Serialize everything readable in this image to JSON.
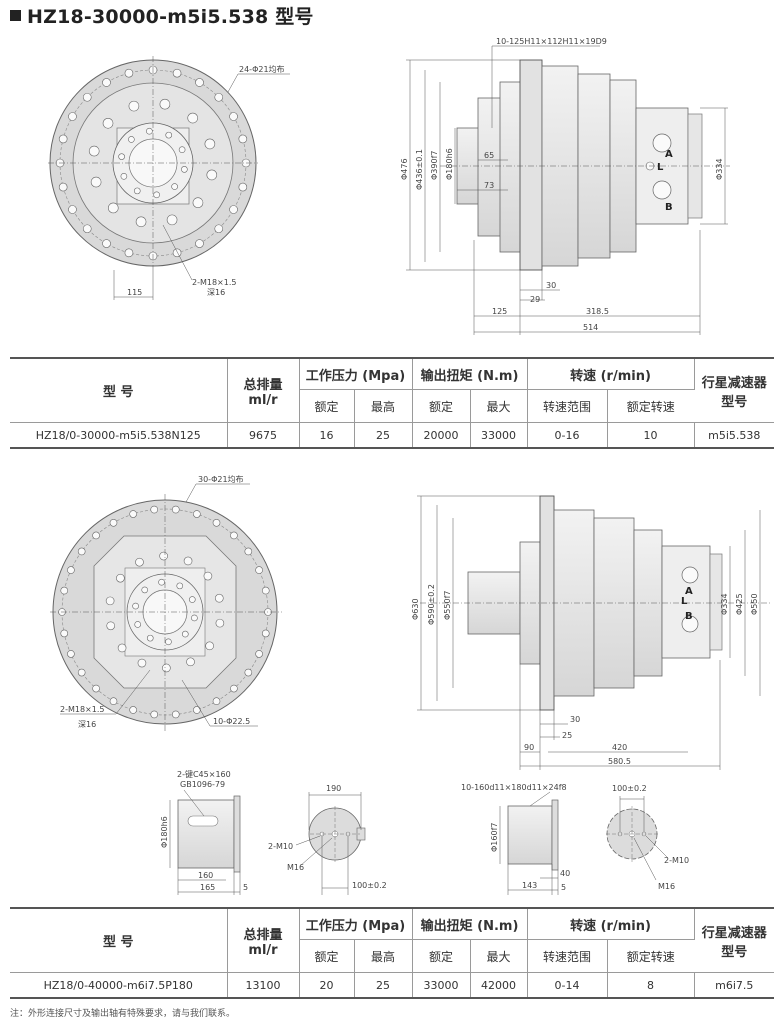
{
  "title": "HZ18-30000-m5i5.538 型号",
  "drawing1": {
    "bolt_pattern": "24-Φ21均布",
    "thread": "2-M18×1.5",
    "thread_depth": "深16",
    "dim_115": "115",
    "spline": "10-125H11×112H11×19D9",
    "d476": "Φ476",
    "d436": "Φ436±0.1",
    "d390": "Φ390f7",
    "d180": "Φ180h6",
    "d334": "Φ334",
    "dim_65": "65",
    "dim_73": "73",
    "dim_30": "30",
    "dim_29": "29",
    "dim_125": "125",
    "dim_3185": "318.5",
    "dim_514": "514",
    "port_a": "A",
    "port_l": "L",
    "port_b": "B"
  },
  "table1": {
    "h_model": "型  号",
    "h_disp": "总排量",
    "h_disp_unit": "ml/r",
    "h_pressure": "工作压力 (Mpa)",
    "h_torque": "输出扭矩 (N.m)",
    "h_speed": "转速 (r/min)",
    "h_reducer": "行星减速器",
    "h_reducer2": "型号",
    "sub_rated_p": "额定",
    "sub_max_p": "最高",
    "sub_rated_t": "额定",
    "sub_max_t": "最大",
    "sub_range": "转速范围",
    "sub_rated_s": "额定转速",
    "row": {
      "model": "HZ18/0-30000-m5i5.538N125",
      "disp": "9675",
      "p_rated": "16",
      "p_max": "25",
      "t_rated": "20000",
      "t_max": "33000",
      "s_range": "0-16",
      "s_rated": "10",
      "reducer": "m5i5.538"
    }
  },
  "drawing2": {
    "bolt_pattern": "30-Φ21均布",
    "thread": "2-M18×1.5",
    "thread_depth": "深16",
    "holes": "10-Φ22.5",
    "d630": "Φ630",
    "d590": "Φ590±0.2",
    "d550": "Φ550f7",
    "d334": "Φ334",
    "d425": "Φ425",
    "d550b": "Φ550",
    "dim_30": "30",
    "dim_25": "25",
    "dim_90": "90",
    "dim_420": "420",
    "dim_5805": "580.5",
    "port_a": "A",
    "port_l": "L",
    "port_b": "B"
  },
  "details": {
    "key": "2-键C45×160",
    "gb": "GB1096-79",
    "d180h6": "Φ180h6",
    "dim_160": "160",
    "dim_165": "165",
    "dim_5": "5",
    "dim_190": "190",
    "m10": "2-M10",
    "m16": "M16",
    "dim_100": "100±0.2",
    "spline2": "10-160d11×180d11×24f8",
    "d160f7": "Φ160f7",
    "dim_40": "40",
    "dim_143": "143",
    "dim_5b": "5",
    "dim_100b": "100±0.2",
    "m10b": "2-M10",
    "m16b": "M16"
  },
  "table2": {
    "h_model": "型  号",
    "h_disp": "总排量",
    "h_disp_unit": "ml/r",
    "h_pressure": "工作压力 (Mpa)",
    "h_torque": "输出扭矩 (N.m)",
    "h_speed": "转速 (r/min)",
    "h_reducer": "行星减速器",
    "h_reducer2": "型号",
    "sub_rated_p": "额定",
    "sub_max_p": "最高",
    "sub_rated_t": "额定",
    "sub_max_t": "最大",
    "sub_range": "转速范围",
    "sub_rated_s": "额定转速",
    "row": {
      "model": "HZ18/0-40000-m6i7.5P180",
      "disp": "13100",
      "p_rated": "20",
      "p_max": "25",
      "t_rated": "33000",
      "t_max": "42000",
      "s_range": "0-14",
      "s_rated": "8",
      "reducer": "m6i7.5"
    }
  },
  "note": "注：外形连接尺寸及输出轴有特殊要求，请与我们联系。"
}
